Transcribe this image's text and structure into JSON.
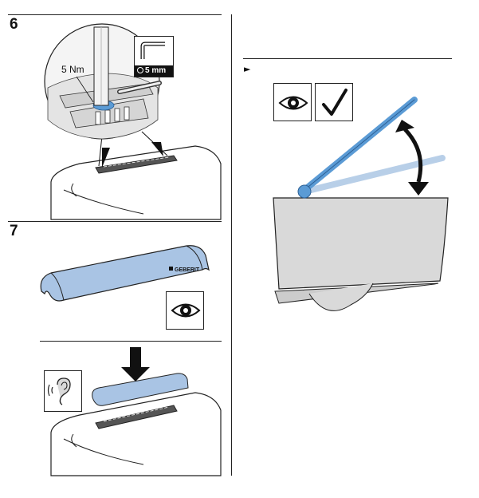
{
  "step6": {
    "number": "6",
    "torque_label": "5 Nm",
    "tool_size_label": "5 mm",
    "tool_icon": "allen-key-icon"
  },
  "step7": {
    "number": "7",
    "cover_brand": "GEBERIT",
    "check_icon": "eye-icon",
    "hearing_icon": "ear-sound-icon"
  },
  "right_panel": {
    "bullet": "►",
    "check_icons": [
      "eye-icon",
      "checkmark-icon"
    ]
  },
  "colors": {
    "part_blue": "#a9c4e4",
    "part_blue_dark": "#4a7fb8",
    "seat_blue": "#5b9bd5",
    "grey_body": "#d9d9d9",
    "line": "#222222"
  }
}
